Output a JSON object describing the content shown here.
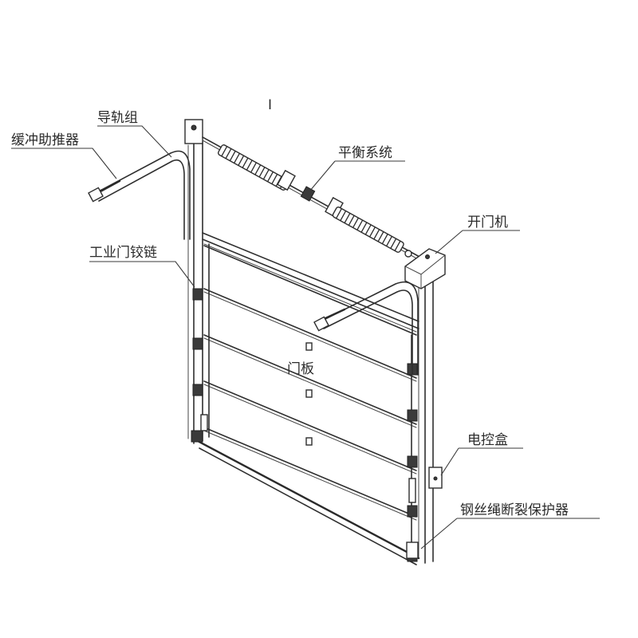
{
  "diagram": {
    "top_mark": "I",
    "labels": {
      "guide_rail_set": "导轨组",
      "buffer_pusher": "缓冲助推器",
      "balance_system": "平衡系统",
      "door_opener": "开门机",
      "industrial_hinge": "工业门铰链",
      "door_panel": "门板",
      "control_box": "电控盒",
      "cable_break_protector": "钢丝绳断裂保护器"
    },
    "colors": {
      "line": "#2e2e2e",
      "background": "#ffffff"
    }
  }
}
